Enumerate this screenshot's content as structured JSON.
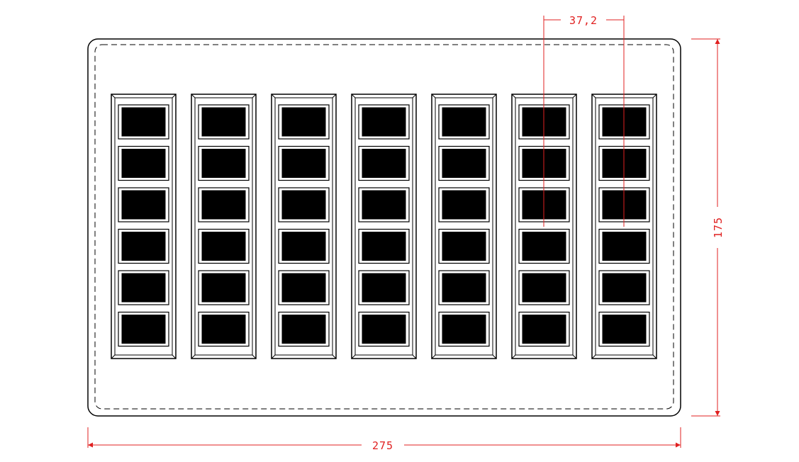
{
  "drawing": {
    "colors": {
      "outline": "#000000",
      "dimension": "#e02020",
      "key_fill": "#000000",
      "panel_fill": "#ffffff"
    },
    "panel": {
      "columns": 7,
      "keys_per_column": 6
    },
    "dimensions": {
      "width_label": "275",
      "height_label": "175",
      "pitch_label": "37,2"
    }
  }
}
